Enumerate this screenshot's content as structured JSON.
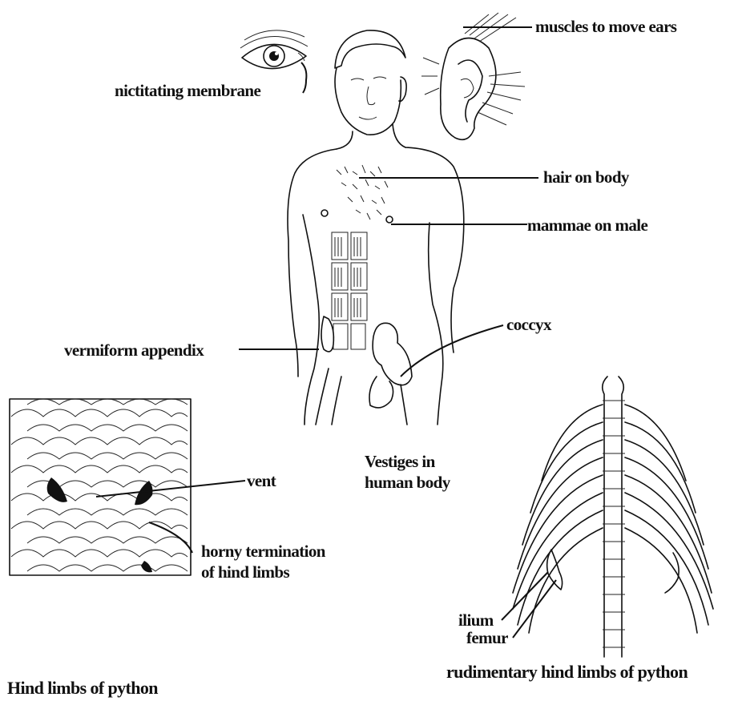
{
  "labels": {
    "nictitating_membrane": "nictitating membrane",
    "muscles_to_move_ears": "muscles to move ears",
    "hair_on_body": "hair on body",
    "mammae_on_male": "mammae on male",
    "coccyx": "coccyx",
    "vermiform_appendix": "vermiform appendix",
    "vent": "vent",
    "horny_termination_line1": "horny termination",
    "horny_termination_line2": "of hind limbs",
    "ilium": "ilium",
    "femur": "femur"
  },
  "captions": {
    "vestiges_line1": "Vestiges  in",
    "vestiges_line2": "human body",
    "hind_limbs_python": "Hind limbs of python",
    "rudimentary_hind_limbs": "rudimentary hind limbs of python"
  },
  "colors": {
    "ink": "#111111",
    "background": "#ffffff"
  }
}
